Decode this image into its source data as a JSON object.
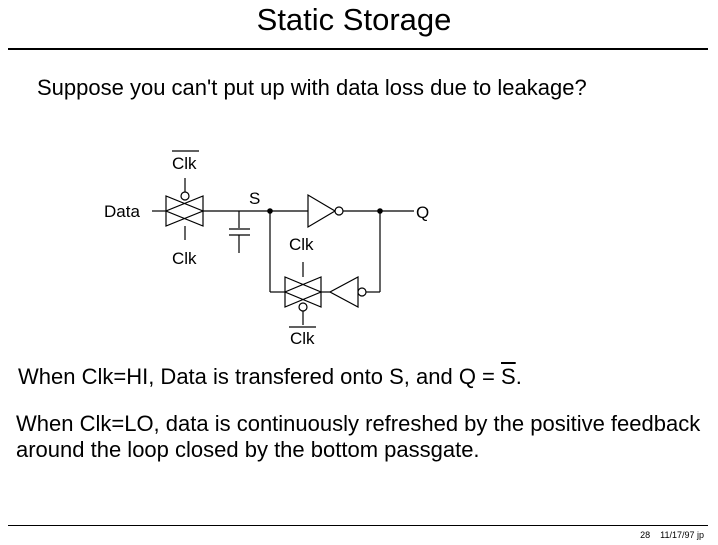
{
  "title": "Static Storage",
  "question": "Suppose you can't put up with data loss due to leakage?",
  "circuit": {
    "clk_bar_top": "Clk",
    "data_label": "Data",
    "clk_bottom_left": "Clk",
    "s_label": "S",
    "q_label": "Q",
    "clk_mid": "Clk",
    "clk_bar_bottom": "Clk"
  },
  "body": {
    "line1_prefix": "When Clk=HI, Data is transfered onto S, and Q = ",
    "line1_overbar": "S",
    "line1_suffix": ".",
    "paragraph2": "When Clk=LO, data is continuously refreshed by the positive feedback around the loop closed by the bottom passgate."
  },
  "footer": {
    "page_number": "28",
    "date_initials": "11/17/97 jp"
  }
}
